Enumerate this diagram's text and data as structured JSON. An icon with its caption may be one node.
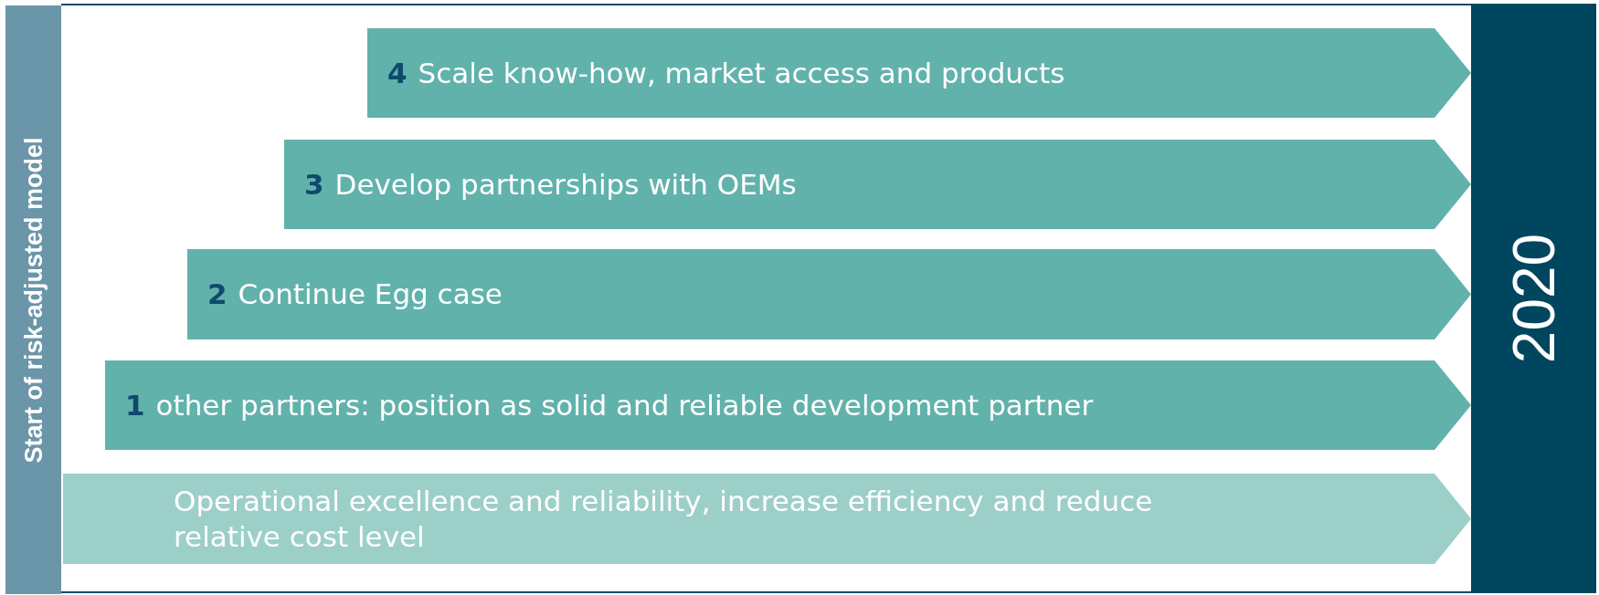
{
  "diagram": {
    "nodes": [
      {
        "text": [
          "Start of risk-adjusted model"
        ]
      },
      {
        "text": [
          "4",
          "Scale know-how, market access and products"
        ]
      },
      {
        "text": [
          "3",
          "Develop partnerships with OEMs"
        ]
      },
      {
        "text": [
          "2",
          "Continue Egg case"
        ]
      },
      {
        "text": [
          "1",
          "other partners: position as solid and reliable development partner"
        ]
      },
      {
        "text": [
          "Operational excellence and reliability, increase efficiency and reduce relative cost level"
        ]
      },
      {
        "text": [
          "2020"
        ]
      }
    ]
  }
}
